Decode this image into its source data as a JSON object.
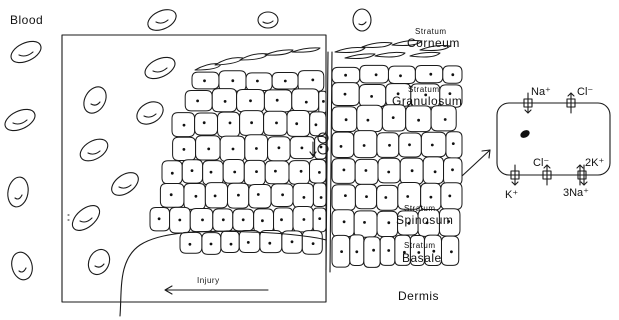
{
  "labels": {
    "blood": "Blood",
    "stratum_corneum": {
      "prefix": "Stratum",
      "name": "Corneum"
    },
    "stratum_granulosum": {
      "prefix": "Stratum",
      "name": "Granulosum"
    },
    "stratum_spinosum": {
      "prefix": "Stratum",
      "name": "Spinosum"
    },
    "stratum_basale": {
      "prefix": "Stratum",
      "name": "Basale"
    },
    "injury": "Injury",
    "dermis": "Dermis"
  },
  "cell_inset": {
    "ions": {
      "na_top": "Na⁺",
      "cl_top": "Cl⁻",
      "cl_bottom": "Cl⁻",
      "k_bottom": "K⁺",
      "k2_bottom": "2K⁺",
      "na3_bottom": "3Na⁺"
    }
  }
}
